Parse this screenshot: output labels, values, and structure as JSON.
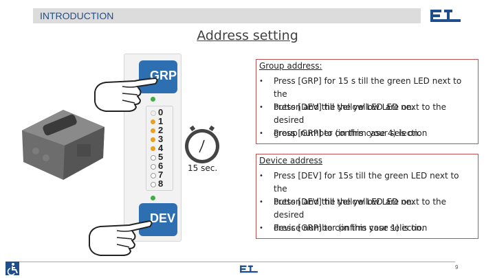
{
  "header": {
    "section_label": "INTRODUCTION"
  },
  "slide": {
    "title": "Address setting"
  },
  "group_box": {
    "heading": "Group address:",
    "bullets": [
      {
        "lines": [
          "Press [GRP] for 15 s till the green LED next to the",
          "button and the yellow LED are on."
        ]
      },
      {
        "lines": [
          "Press [DEV] till the yellow LED next to the desired",
          "group number (in this case 4) is on."
        ]
      },
      {
        "lines": [
          "Press  [GRP] to confirm your selection"
        ]
      }
    ]
  },
  "device_box": {
    "heading": "Device address",
    "bullets": [
      {
        "lines": [
          "Press [DEV] for 15s till the green LED next to the",
          "button and the yellow LED are on."
        ]
      },
      {
        "lines": [
          "Press [DEV] till the yellow LED next to the desired",
          "device number (in this case 1) is on."
        ]
      },
      {
        "lines": [
          "Press  [GRP] to confirm your selection"
        ]
      }
    ]
  },
  "device": {
    "grp_label": "GRP",
    "dev_label": "DEV",
    "led_numbers": [
      "0",
      "1",
      "2",
      "3",
      "4",
      "5",
      "6",
      "7",
      "8"
    ],
    "led_colors": [
      "#f0f0f0",
      "#e8a020",
      "#e8a020",
      "#e8a020",
      "#e8a020",
      "#ffffff",
      "#ffffff",
      "#ffffff",
      "#ffffff"
    ],
    "status_led_color": "#3cb043"
  },
  "timer": {
    "label": "15 sec."
  },
  "footer": {
    "page_number": "9"
  },
  "colors": {
    "brand_blue": "#1f4e8c",
    "box_border": "#c0504d",
    "button_blue": "#2e6fb2"
  }
}
